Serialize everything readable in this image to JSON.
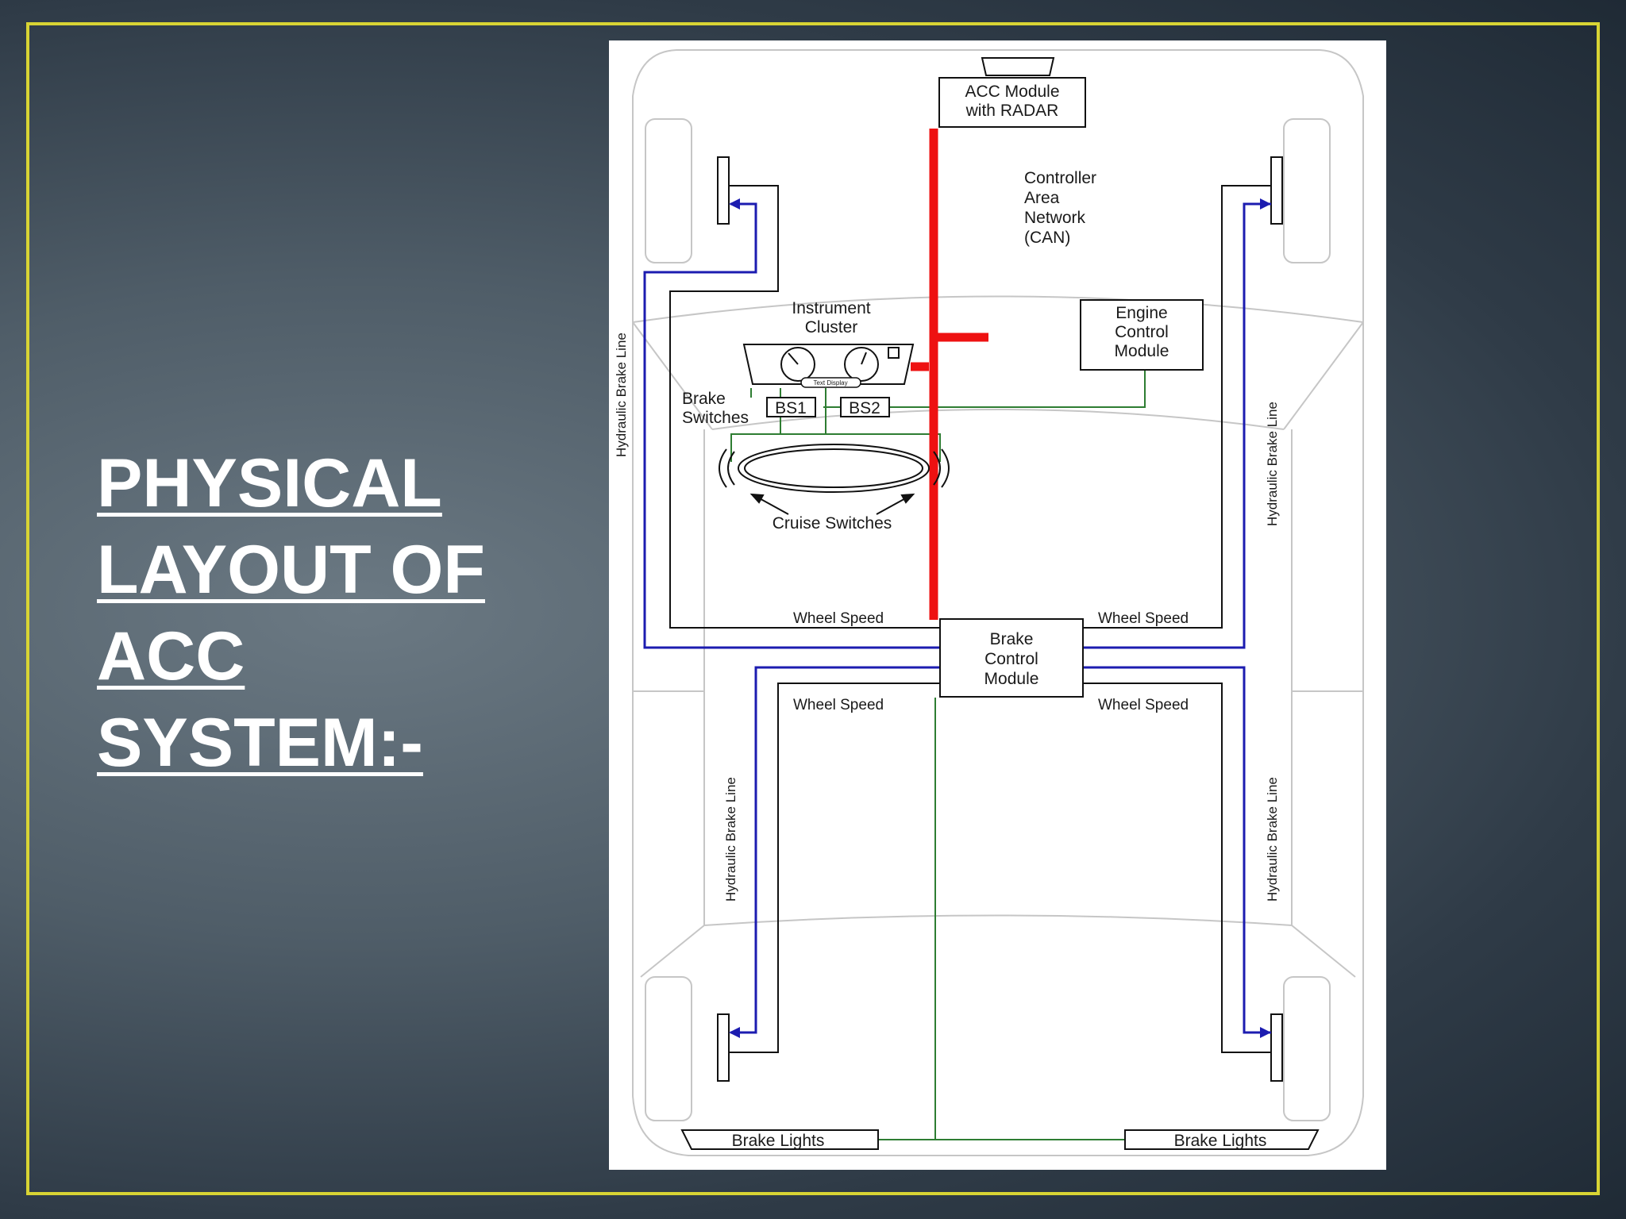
{
  "slide": {
    "title_lines": [
      "PHYSICAL",
      "LAYOUT OF",
      "ACC",
      "SYSTEM:-"
    ]
  },
  "diagram": {
    "acc_module": [
      "ACC Module",
      "with RADAR"
    ],
    "can_label": [
      "Controller",
      "Area",
      "Network",
      "(CAN)"
    ],
    "instrument_cluster": [
      "Instrument",
      "Cluster"
    ],
    "cluster_display": "Text Display",
    "engine_module": [
      "Engine",
      "Control",
      "Module"
    ],
    "brake_switches": [
      "Brake",
      "Switches"
    ],
    "bs1": "BS1",
    "bs2": "BS2",
    "cruise_switches": "Cruise Switches",
    "brake_module": [
      "Brake",
      "Control",
      "Module"
    ],
    "wheel_speed": "Wheel Speed",
    "hydraulic_brake_line": "Hydraulic Brake Line",
    "brake_lights": "Brake Lights"
  },
  "colors": {
    "frame": "#d8d434",
    "can_bus": "#ee1111",
    "hydraulic_line": "#1c1cb0",
    "signal_wire": "#2e7d32",
    "wheel_speed_wire": "#111111"
  }
}
